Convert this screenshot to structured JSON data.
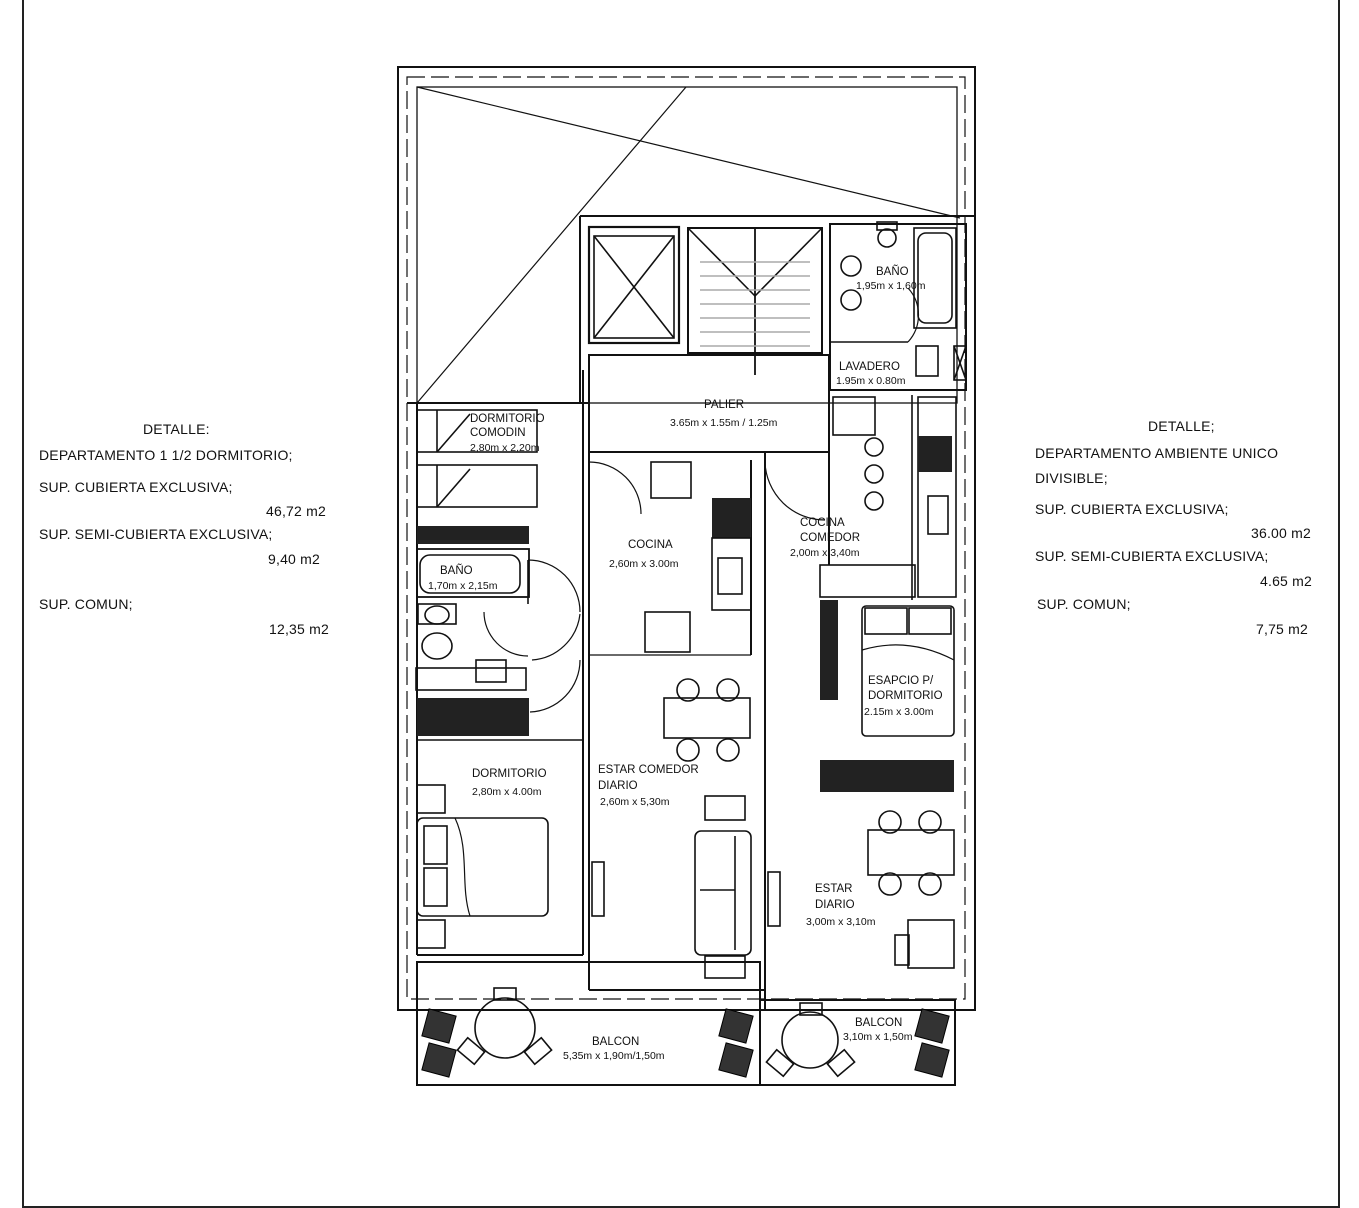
{
  "left_panel": {
    "title": "DETALLE:",
    "unit_type": "DEPARTAMENTO 1 1/2 DORMITORIO;",
    "covered_label": "SUP. CUBIERTA EXCLUSIVA;",
    "covered_value": "46,72 m2",
    "semi_label": "SUP. SEMI-CUBIERTA EXCLUSIVA;",
    "semi_value": "9,40 m2",
    "common_label": "SUP. COMUN;",
    "common_value": "12,35 m2"
  },
  "right_panel": {
    "title": "DETALLE;",
    "unit_type_1": "DEPARTAMENTO AMBIENTE UNICO",
    "unit_type_2": "DIVISIBLE;",
    "covered_label": "SUP. CUBIERTA EXCLUSIVA;",
    "covered_value": "36.00 m2",
    "semi_label": "SUP. SEMI-CUBIERTA EXCLUSIVA;",
    "semi_value": "4.65 m2",
    "common_label": "SUP. COMUN;",
    "common_value": "7,75 m2"
  },
  "rooms": {
    "dormitorio_comodin": {
      "name_1": "DORMITORIO",
      "name_2": "COMODIN",
      "dims": "2,80m x 2,20m"
    },
    "bano_left": {
      "name": "BAÑO",
      "dims": "1,70m x 2,15m"
    },
    "dormitorio": {
      "name": "DORMITORIO",
      "dims": "2,80m x 4.00m"
    },
    "palier": {
      "name": "PALIER",
      "dims": "3.65m x 1.55m / 1.25m"
    },
    "cocina": {
      "name": "COCINA",
      "dims": "2,60m x 3.00m"
    },
    "estar_comedor": {
      "name_1": "ESTAR  COMEDOR",
      "name_2": "DIARIO",
      "dims": "2,60m x 5,30m"
    },
    "bano_right": {
      "name": "BAÑO",
      "dims": "1,95m x 1,60m"
    },
    "lavadero": {
      "name": "LAVADERO",
      "dims": "1.95m x 0.80m"
    },
    "cocina_comedor": {
      "name_1": "COCINA",
      "name_2": "COMEDOR",
      "dims": "2,00m x 3,40m"
    },
    "espacio_dormitorio": {
      "name_1": "ESAPCIO P/",
      "name_2": "DORMITORIO",
      "dims": "2.15m x 3.00m"
    },
    "estar_diario": {
      "name_1": "ESTAR",
      "name_2": "DIARIO",
      "dims": "3,00m x 3,10m"
    },
    "balcon_left": {
      "name": "BALCON",
      "dims": "5,35m x 1,90m/1,50m"
    },
    "balcon_right": {
      "name": "BALCON",
      "dims": "3,10m x 1,50m"
    }
  }
}
